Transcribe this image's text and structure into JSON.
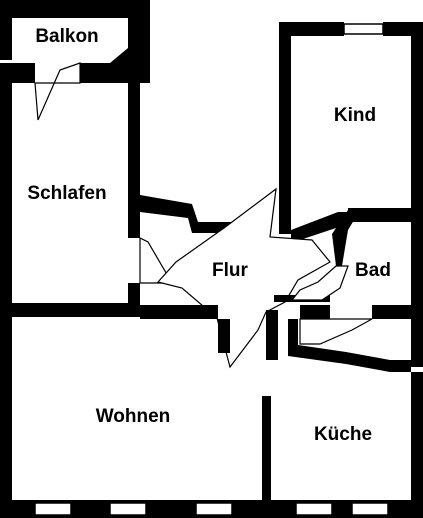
{
  "colors": {
    "wall": "#000000",
    "floor": "#ffffff",
    "window": "#ffffff"
  },
  "rooms": {
    "balkon": "Balkon",
    "schlafen": "Schlafen",
    "kind": "Kind",
    "flur": "Flur",
    "bad": "Bad",
    "wohnen": "Wohnen",
    "kueche": "Küche"
  }
}
